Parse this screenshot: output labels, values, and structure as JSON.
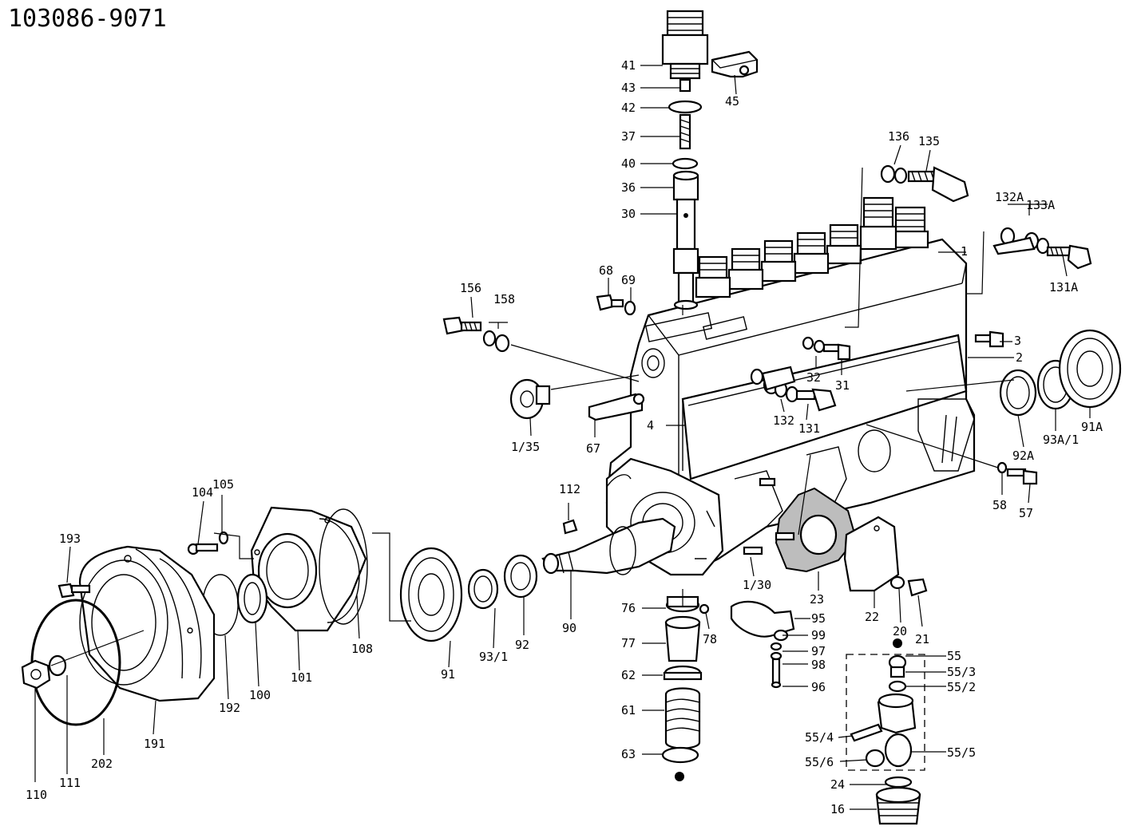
{
  "diagram_code": "103086-9071",
  "callouts": [
    "41",
    "43",
    "42",
    "37",
    "40",
    "36",
    "30",
    "45",
    "136",
    "135",
    "132A",
    "133A",
    "131A",
    "1",
    "68",
    "69",
    "156",
    "158",
    "3",
    "2",
    "32",
    "31",
    "132",
    "131",
    "91A",
    "93A/1",
    "92A",
    "1/35",
    "67",
    "4",
    "58",
    "57",
    "112",
    "104",
    "105",
    "193",
    "23",
    "1/30",
    "22",
    "20",
    "21",
    "95",
    "99",
    "97",
    "98",
    "96",
    "76",
    "78",
    "77",
    "62",
    "61",
    "63",
    "90",
    "91",
    "93/1",
    "92",
    "101",
    "108",
    "100",
    "192",
    "191",
    "202",
    "111",
    "110",
    "55",
    "55/3",
    "55/2",
    "55/4",
    "55/5",
    "55/6",
    "24",
    "16"
  ]
}
